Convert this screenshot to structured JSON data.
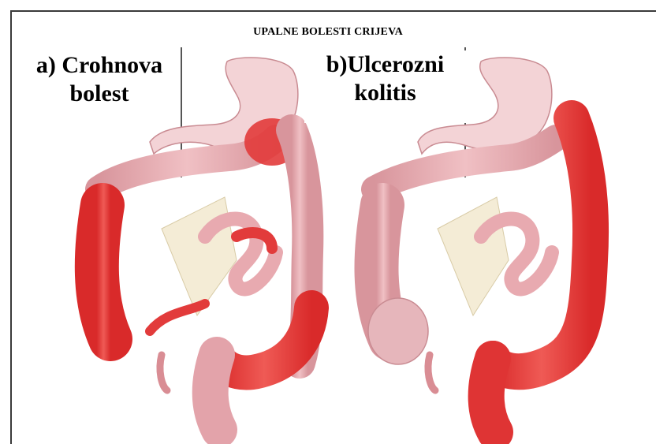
{
  "title": "UPALNE BOLESTI CRIJEVA",
  "panels": [
    {
      "label_line1": "a) Crohnova",
      "label_line2": "bolest"
    },
    {
      "label_line1": "b)Ulcerozni",
      "label_line2": "kolitis"
    }
  ],
  "colors": {
    "healthy_mucosa": "#e8aab0",
    "inflamed_mucosa": "#e23b3b",
    "mesentery": "#f4ecd6",
    "stomach": "#f3d3d6",
    "frame": "#3a3a3a"
  }
}
